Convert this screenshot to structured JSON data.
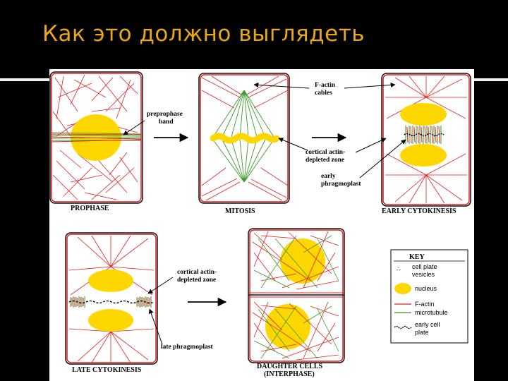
{
  "slide": {
    "title": "Как это должно выглядеть"
  },
  "diagram": {
    "stages": [
      {
        "id": "prophase",
        "label": "PROPHASE"
      },
      {
        "id": "mitosis",
        "label": "MITOSIS"
      },
      {
        "id": "early",
        "label": "EARLY CYTOKINESIS"
      },
      {
        "id": "late",
        "label": "LATE CYTOKINESIS"
      },
      {
        "id": "daughter",
        "label_line1": "DAUGHTER CELLS",
        "label_line2": "(INTERPHASE)"
      }
    ],
    "callouts": {
      "preprophase_line1": "preprophase",
      "preprophase_line2": "band",
      "factin_line1": "F-actin",
      "factin_line2": "cables",
      "cortical1_line1": "cortical actin-",
      "cortical1_line2": "depleted zone",
      "early_phrag_line1": "early",
      "early_phrag_line2": "phragmoplast",
      "cortical2_line1": "cortical actin-",
      "cortical2_line2": "depleted zone",
      "late_phrag": "late phragmoplast"
    },
    "key": {
      "title": "KEY",
      "vesicles_line1": "cell plate",
      "vesicles_line2": "vesicles",
      "nucleus": "nucleus",
      "factin": "F-actin",
      "microtubule": "microtubule",
      "plate_line1": "early cell",
      "plate_line2": "plate"
    },
    "colors": {
      "actin": "#e02020",
      "microtubule": "#3a9a2a",
      "nucleus": "#ffd700",
      "cell_outline": "#111111",
      "title": "#e8a817"
    }
  }
}
